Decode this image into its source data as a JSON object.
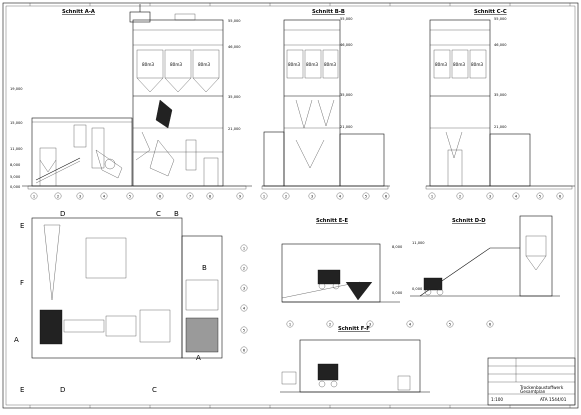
{
  "sections": {
    "aa": {
      "title": "Schnitt A-A"
    },
    "bb": {
      "title": "Schnitt B-B"
    },
    "cc": {
      "title": "Schnitt C-C"
    },
    "ee": {
      "title": "Schnitt E-E"
    },
    "dd": {
      "title": "Schnitt D-D"
    },
    "ff": {
      "title": "Schnitt F-F"
    }
  },
  "silo_labels": [
    "80m3",
    "80m3",
    "80m3"
  ],
  "levels": [
    "55,000",
    "46,000",
    "35,000",
    "21,000",
    "19,000",
    "15,000",
    "11,000",
    "8,000",
    "5,000",
    "0,000"
  ],
  "markers": {
    "A": "A",
    "B": "B",
    "C": "C",
    "D": "D",
    "E": "E",
    "F": "F"
  },
  "axis_numbers": [
    "1",
    "2",
    "3",
    "4",
    "5",
    "6",
    "7",
    "8",
    "9"
  ],
  "title_block": {
    "project": "Trockenbaustoffwerk",
    "sheet": "Gesamtplan",
    "scale": "1:100",
    "number": "ATA 1544/01"
  }
}
